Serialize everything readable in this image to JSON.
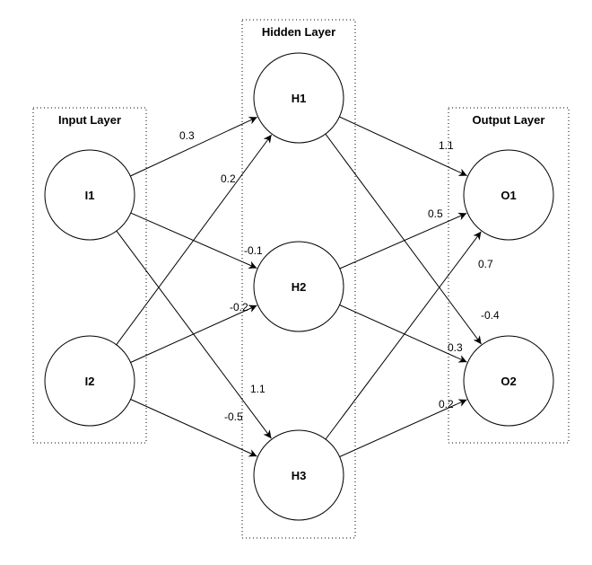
{
  "layers": [
    {
      "id": "input",
      "title": "Input Layer",
      "nodes": [
        {
          "id": "I1",
          "label": "I1"
        },
        {
          "id": "I2",
          "label": "I2"
        }
      ]
    },
    {
      "id": "hidden",
      "title": "Hidden Layer",
      "nodes": [
        {
          "id": "H1",
          "label": "H1"
        },
        {
          "id": "H2",
          "label": "H2"
        },
        {
          "id": "H3",
          "label": "H3"
        }
      ]
    },
    {
      "id": "output",
      "title": "Output Layer",
      "nodes": [
        {
          "id": "O1",
          "label": "O1"
        },
        {
          "id": "O2",
          "label": "O2"
        }
      ]
    }
  ],
  "edges": [
    {
      "from": "I1",
      "to": "H1",
      "weight": "0.3"
    },
    {
      "from": "I1",
      "to": "H2",
      "weight": "-0.1"
    },
    {
      "from": "I1",
      "to": "H3",
      "weight": "1.1"
    },
    {
      "from": "I2",
      "to": "H1",
      "weight": "0.2"
    },
    {
      "from": "I2",
      "to": "H2",
      "weight": "-0.2"
    },
    {
      "from": "I2",
      "to": "H3",
      "weight": "-0.5"
    },
    {
      "from": "H1",
      "to": "O1",
      "weight": "1.1"
    },
    {
      "from": "H1",
      "to": "O2",
      "weight": "-0.4"
    },
    {
      "from": "H2",
      "to": "O1",
      "weight": "0.5"
    },
    {
      "from": "H2",
      "to": "O2",
      "weight": "0.3"
    },
    {
      "from": "H3",
      "to": "O1",
      "weight": "0.7"
    },
    {
      "from": "H3",
      "to": "O2",
      "weight": "0.2"
    }
  ]
}
